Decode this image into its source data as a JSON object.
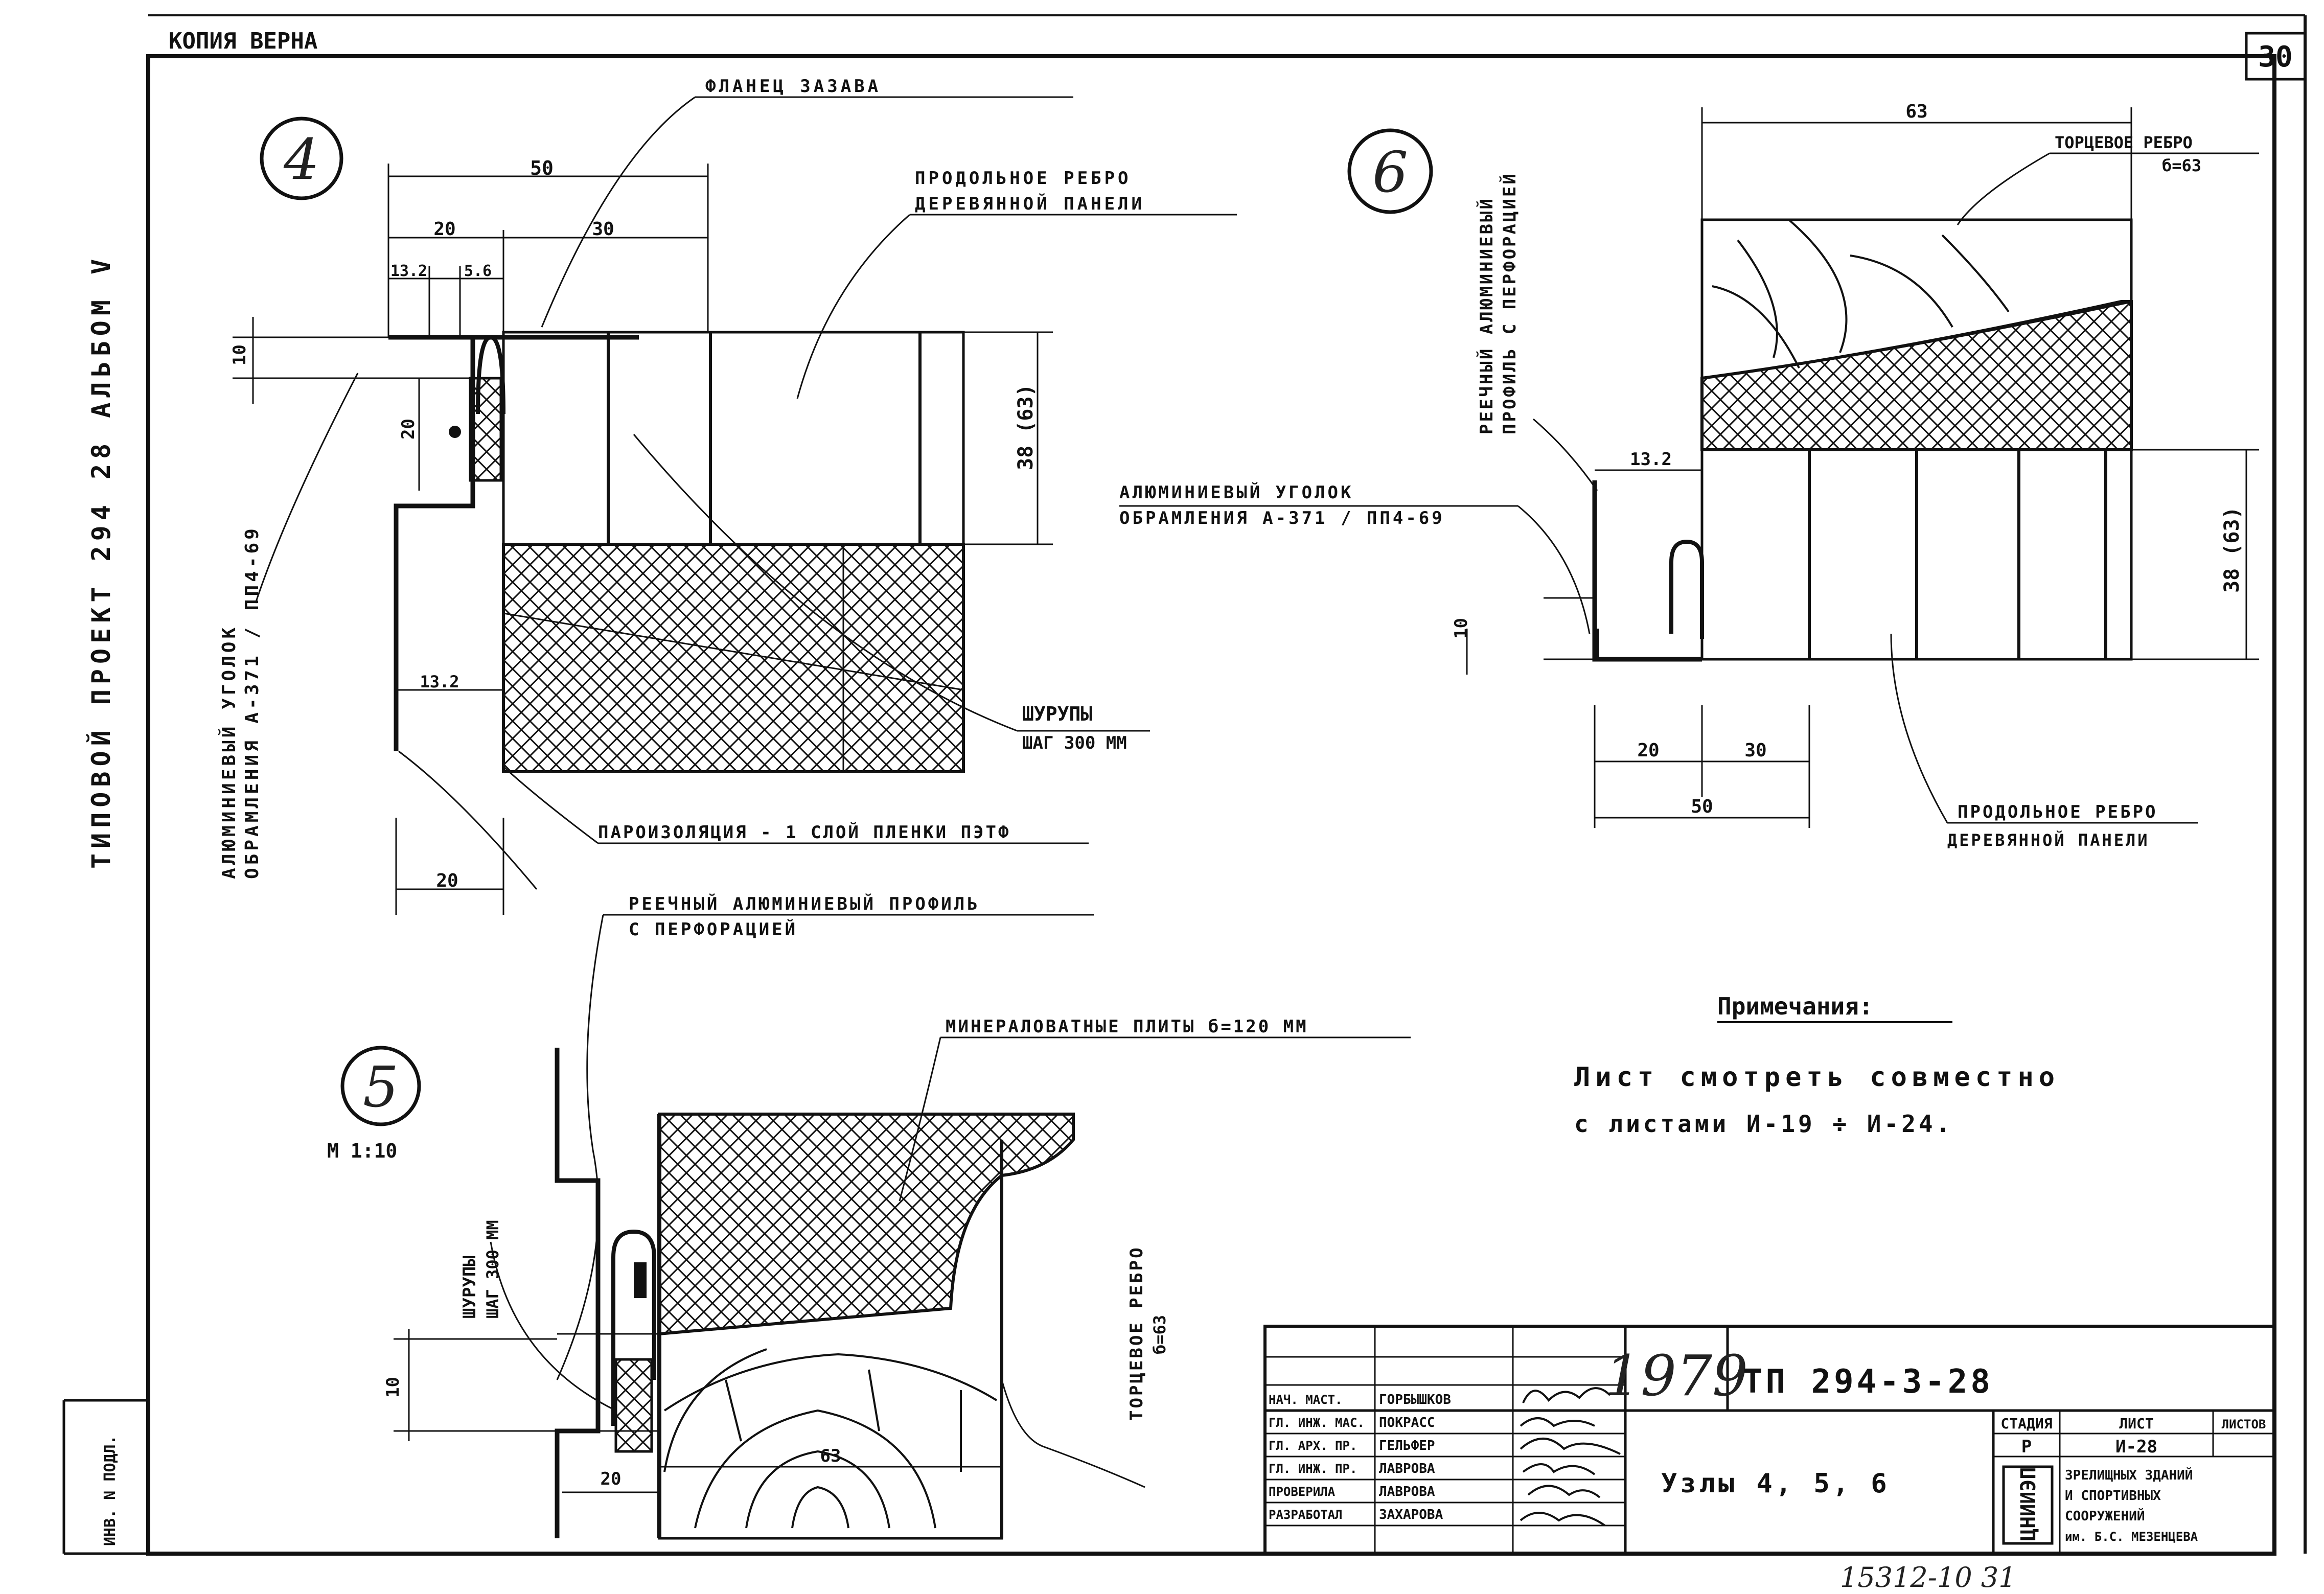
{
  "header": {
    "copy_mark": "КОПИЯ ВЕРНА",
    "sheet_corner": "30"
  },
  "side_label": "ТИПОВОЙ ПРОЕКТ 294 28 АЛЬБОМ V",
  "inv_label": "ИНВ. N ПОДЛ.",
  "node4": {
    "number": "4",
    "flange_label": "ФЛАНЕЦ ЗАЗАВА",
    "rib_label": [
      "ПРОДОЛЬНОЕ РЕБРО",
      "ДЕРЕВЯННОЙ ПАНЕЛИ"
    ],
    "angle_label": [
      "АЛЮМИНИЕВЫЙ УГОЛОК",
      "ОБРАМЛЕНИЯ А-371 / ПП4-69"
    ],
    "screws_label": [
      "ШУРУПЫ",
      "ШАГ 300 ММ"
    ],
    "vapor_label": "ПАРОИЗОЛЯЦИЯ - 1 СЛОЙ ПЛЕНКИ ПЭТФ",
    "profile_label": [
      "РЕЕЧНЫЙ АЛЮМИНИЕВЫЙ ПРОФИЛЬ",
      "С ПЕРФОРАЦИЕЙ"
    ],
    "dims": {
      "d50": "50",
      "d20": "20",
      "d30": "30",
      "d132": "13.2",
      "d56": "5.6",
      "d10": "10",
      "d20v": "20",
      "d38": "38 (63)",
      "d132b": "13.2",
      "d20b": "20"
    }
  },
  "node6": {
    "number": "6",
    "rib_end_label": [
      "ТОРЦЕВОЕ РЕБРО",
      "б=63"
    ],
    "profile_label": [
      "РЕЕЧНЫЙ АЛЮМИНИЕВЫЙ",
      "ПРОФИЛЬ С ПЕРФОРАЦИЕЙ"
    ],
    "angle_label": [
      "АЛЮМИНИЕВЫЙ УГОЛОК",
      "ОБРАМЛЕНИЯ А-371 / ПП4-69"
    ],
    "rib_label": [
      "ПРОДОЛЬНОЕ РЕБРО",
      "ДЕРЕВЯННОЙ ПАНЕЛИ"
    ],
    "dims": {
      "d63": "63",
      "d132": "13.2",
      "d10": "10",
      "d38": "38 (63)",
      "d20": "20",
      "d30": "30",
      "d50": "50"
    }
  },
  "node5": {
    "number": "5",
    "scale": "М 1:10",
    "wool_label": "МИНЕРАЛОВАТНЫЕ ПЛИТЫ б=120 ММ",
    "screws_label": [
      "ШУРУПЫ",
      "ШАГ 300 ММ"
    ],
    "rib_end_label": [
      "ТОРЦЕВОЕ РЕБРО",
      "б=63"
    ],
    "dims": {
      "d20": "20",
      "d63": "63",
      "d10": "10"
    }
  },
  "notes": {
    "title": "Примечания:",
    "lines": [
      "Лист смотреть совместно",
      "с листами И-19 ÷ И-24."
    ]
  },
  "title_block": {
    "year": "1979",
    "code": "ТП 294-3-28",
    "sheet_title": "Узлы 4, 5, 6",
    "stage_header": "СТАДИЯ",
    "sheet_header": "ЛИСТ",
    "sheets_header": "ЛИСТОВ",
    "stage": "Р",
    "sheet": "И-28",
    "org_logo": "ЦНИИЭП",
    "org": [
      "ЗРЕЛИЩНЫХ ЗДАНИЙ",
      "И СПОРТИВНЫХ",
      "СООРУЖЕНИЙ",
      "им. Б.С. МЕЗЕНЦЕВА"
    ],
    "roles": [
      {
        "role": "НАЧ. МАСТ.",
        "name": "ГОРБЫШКОВ"
      },
      {
        "role": "ГЛ. ИНЖ. МАС.",
        "name": "ПОКРАСС"
      },
      {
        "role": "ГЛ. АРХ. ПР.",
        "name": "ГЕЛЬФЕР"
      },
      {
        "role": "ГЛ. ИНЖ. ПР.",
        "name": "ЛАВРОВА"
      },
      {
        "role": "ПРОВЕРИЛА",
        "name": "ЛАВРОВА"
      },
      {
        "role": "РАЗРАБОТАЛ",
        "name": "ЗАХАРОВА"
      }
    ]
  },
  "footer_handwritten": "15312-10   31"
}
